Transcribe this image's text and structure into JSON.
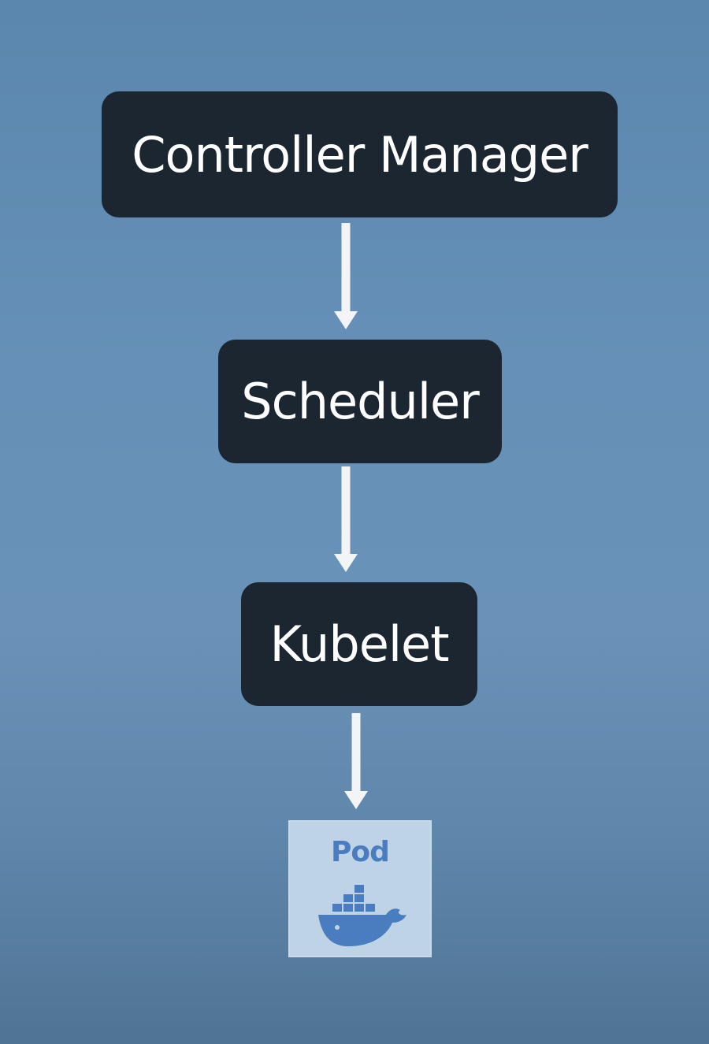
{
  "diagram": {
    "nodes": [
      {
        "id": "controller",
        "label": "Controller Manager"
      },
      {
        "id": "scheduler",
        "label": "Scheduler"
      },
      {
        "id": "kubelet",
        "label": "Kubelet"
      }
    ],
    "pod": {
      "label": "Pod",
      "icon": "docker-whale-icon"
    },
    "edges": [
      {
        "from": "controller",
        "to": "scheduler"
      },
      {
        "from": "scheduler",
        "to": "kubelet"
      },
      {
        "from": "kubelet",
        "to": "pod"
      }
    ]
  },
  "colors": {
    "background": "#6690b7",
    "node_fill": "#1b2631",
    "node_text": "#ffffff",
    "arrow": "#f2f4f6",
    "pod_card": "#bfd3e6",
    "pod_accent": "#4a7cc0"
  }
}
